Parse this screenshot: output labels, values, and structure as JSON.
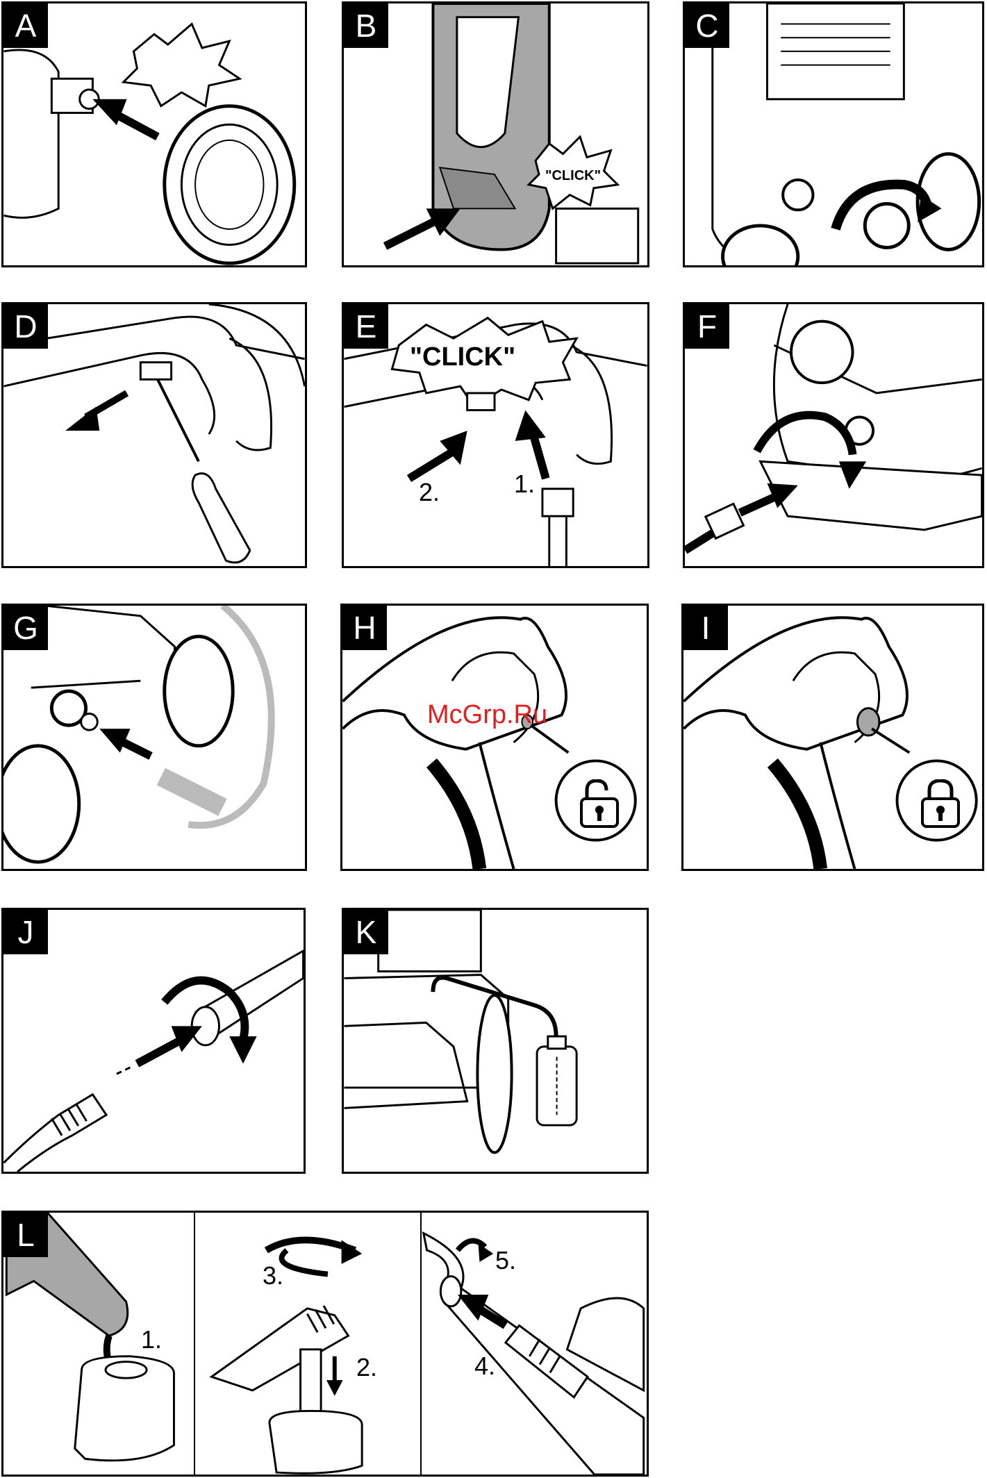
{
  "panels": {
    "A": {
      "letter": "A"
    },
    "B": {
      "letter": "B",
      "callout": "\"CLICK\""
    },
    "C": {
      "letter": "C"
    },
    "D": {
      "letter": "D"
    },
    "E": {
      "letter": "E",
      "callout": "\"CLICK\"",
      "step1": "1.",
      "step2": "2."
    },
    "F": {
      "letter": "F"
    },
    "G": {
      "letter": "G"
    },
    "H": {
      "letter": "H"
    },
    "I": {
      "letter": "I"
    },
    "J": {
      "letter": "J"
    },
    "K": {
      "letter": "K"
    },
    "L": {
      "letter": "L",
      "step1": "1.",
      "step2": "2.",
      "step3": "3.",
      "step4": "4.",
      "step5": "5."
    }
  },
  "watermark": "McGrp.Ru",
  "icons": [
    "unlocked-padlock-icon",
    "locked-padlock-icon"
  ],
  "colors": {
    "line": "#000000",
    "grey_fill": "#a7a7a7",
    "watermark": "#e02020",
    "light_grey": "#d8d8d8"
  }
}
